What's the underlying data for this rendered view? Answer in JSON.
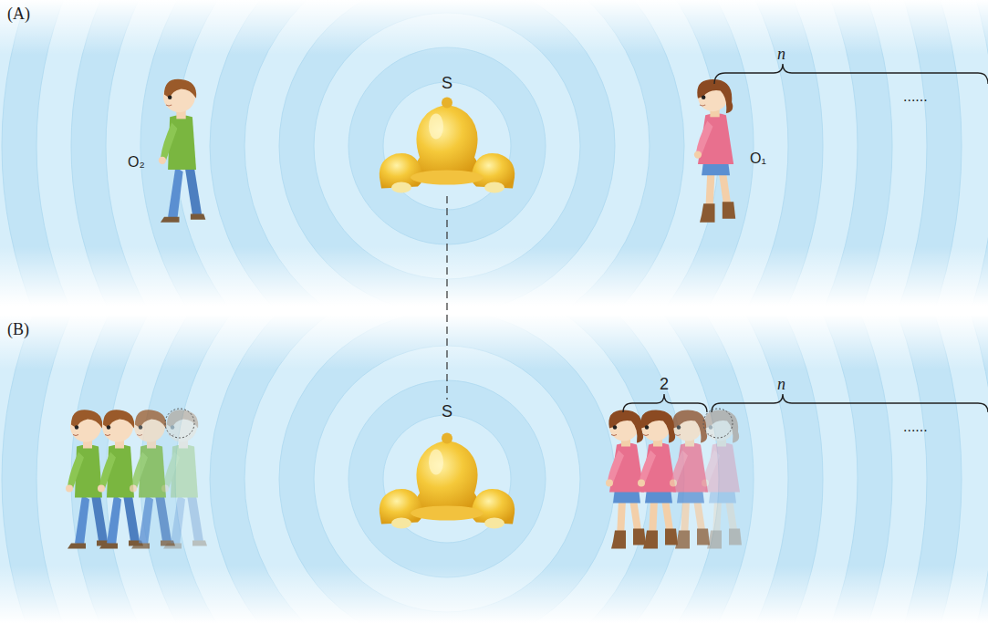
{
  "diagram": {
    "labels": [
      "(A)",
      "n",
      "S",
      "......",
      "O₂",
      "O₁",
      "(B)",
      "S",
      "2",
      "n",
      "......"
    ]
  }
}
